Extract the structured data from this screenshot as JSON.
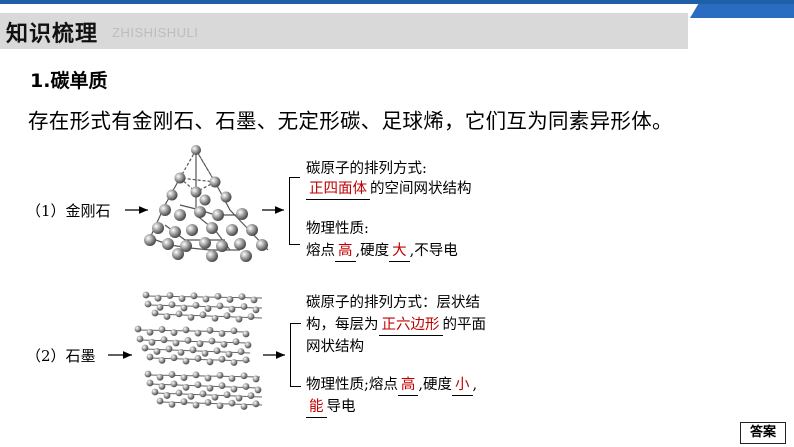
{
  "header": {
    "title": "知识梳理",
    "subtitle": "ZHISHISHULI"
  },
  "section": {
    "heading": "1.碳单质",
    "intro": "存在形式有金刚石、石墨、无定形碳、足球烯，它们互为同素异形体。"
  },
  "diamond": {
    "label": "（1）金刚石",
    "arrangement_title": "碳原子的排列方式:",
    "arrangement_blank": "正四面体",
    "arrangement_rest": "的空间网状结构",
    "props_title": "物理性质:",
    "props_prefix": "熔点",
    "melting_blank": "高",
    "props_mid": ",硬度",
    "hardness_blank": "大",
    "props_suffix": ",不导电"
  },
  "graphite": {
    "label": "（2）石墨",
    "arrangement_line1": "碳原子的排列方式：层状结",
    "arrangement_line2_prefix": "构，每层为",
    "arrangement_blank": "正六边形",
    "arrangement_line2_suffix": "的平面",
    "arrangement_line3": "网状结构",
    "props_prefix": "物理性质;熔点",
    "melting_blank": "高",
    "props_mid": ",硬度",
    "hardness_blank": "小",
    "props_end": ",",
    "conduct_blank": "能",
    "props_suffix": "导电"
  },
  "footer": {
    "answer_button": "答案"
  },
  "colors": {
    "accent": "#1f5fa8",
    "answer_text": "#c00000",
    "header_bg": "#d9d9d9"
  }
}
